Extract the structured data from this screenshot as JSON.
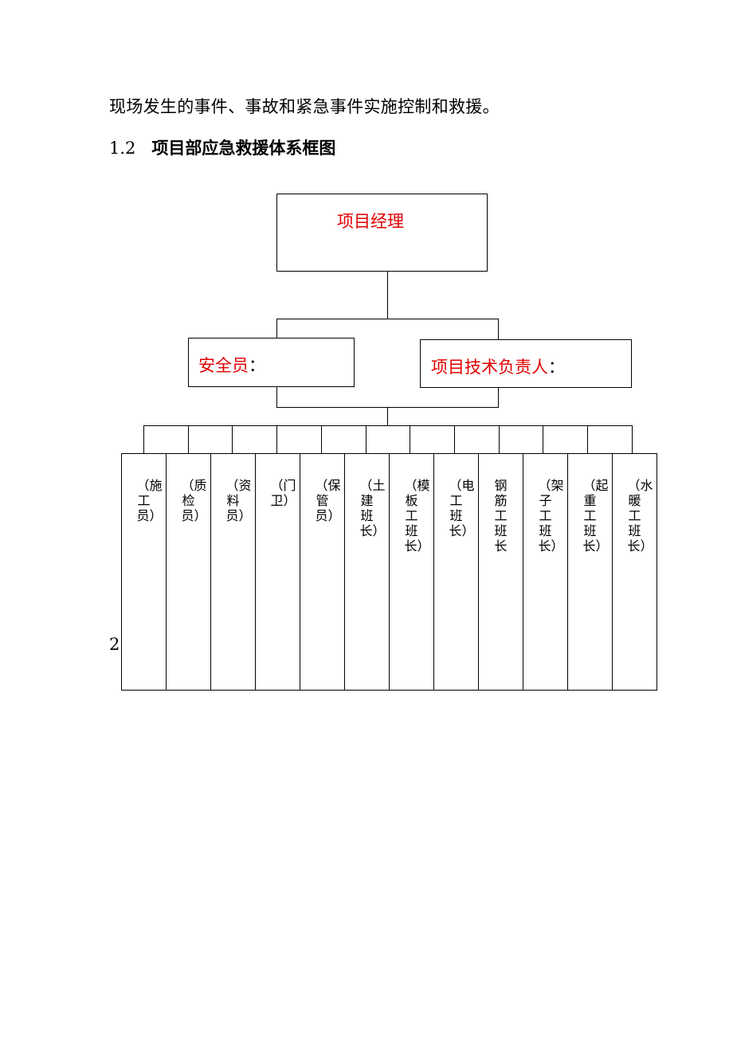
{
  "paragraph": "现场发生的事件、事故和紧急事件实施控制和救援。",
  "section": {
    "number": "1.2",
    "title": "项目部应急救援体系框图"
  },
  "chart": {
    "top": {
      "label": "项目经理"
    },
    "left": {
      "label_red": "安全员",
      "label_suffix": "："
    },
    "right": {
      "label_red": "项目技术负责人",
      "label_suffix": "："
    },
    "columns": [
      {
        "label": "（施工员）"
      },
      {
        "label": "（质检员）"
      },
      {
        "label": "（资料员）"
      },
      {
        "label": "（门 卫）"
      },
      {
        "label": "（保管员）"
      },
      {
        "label": "（土建班长）"
      },
      {
        "label": "（模板工班长）"
      },
      {
        "label": "（电工班长）"
      },
      {
        "label": "钢筋工班长"
      },
      {
        "label": "（架子工班长）"
      },
      {
        "label": "（起重工班长）"
      },
      {
        "label": "（水暖工班长）"
      }
    ]
  },
  "stray_text": "2",
  "colors": {
    "accent_red": "#e00000"
  }
}
